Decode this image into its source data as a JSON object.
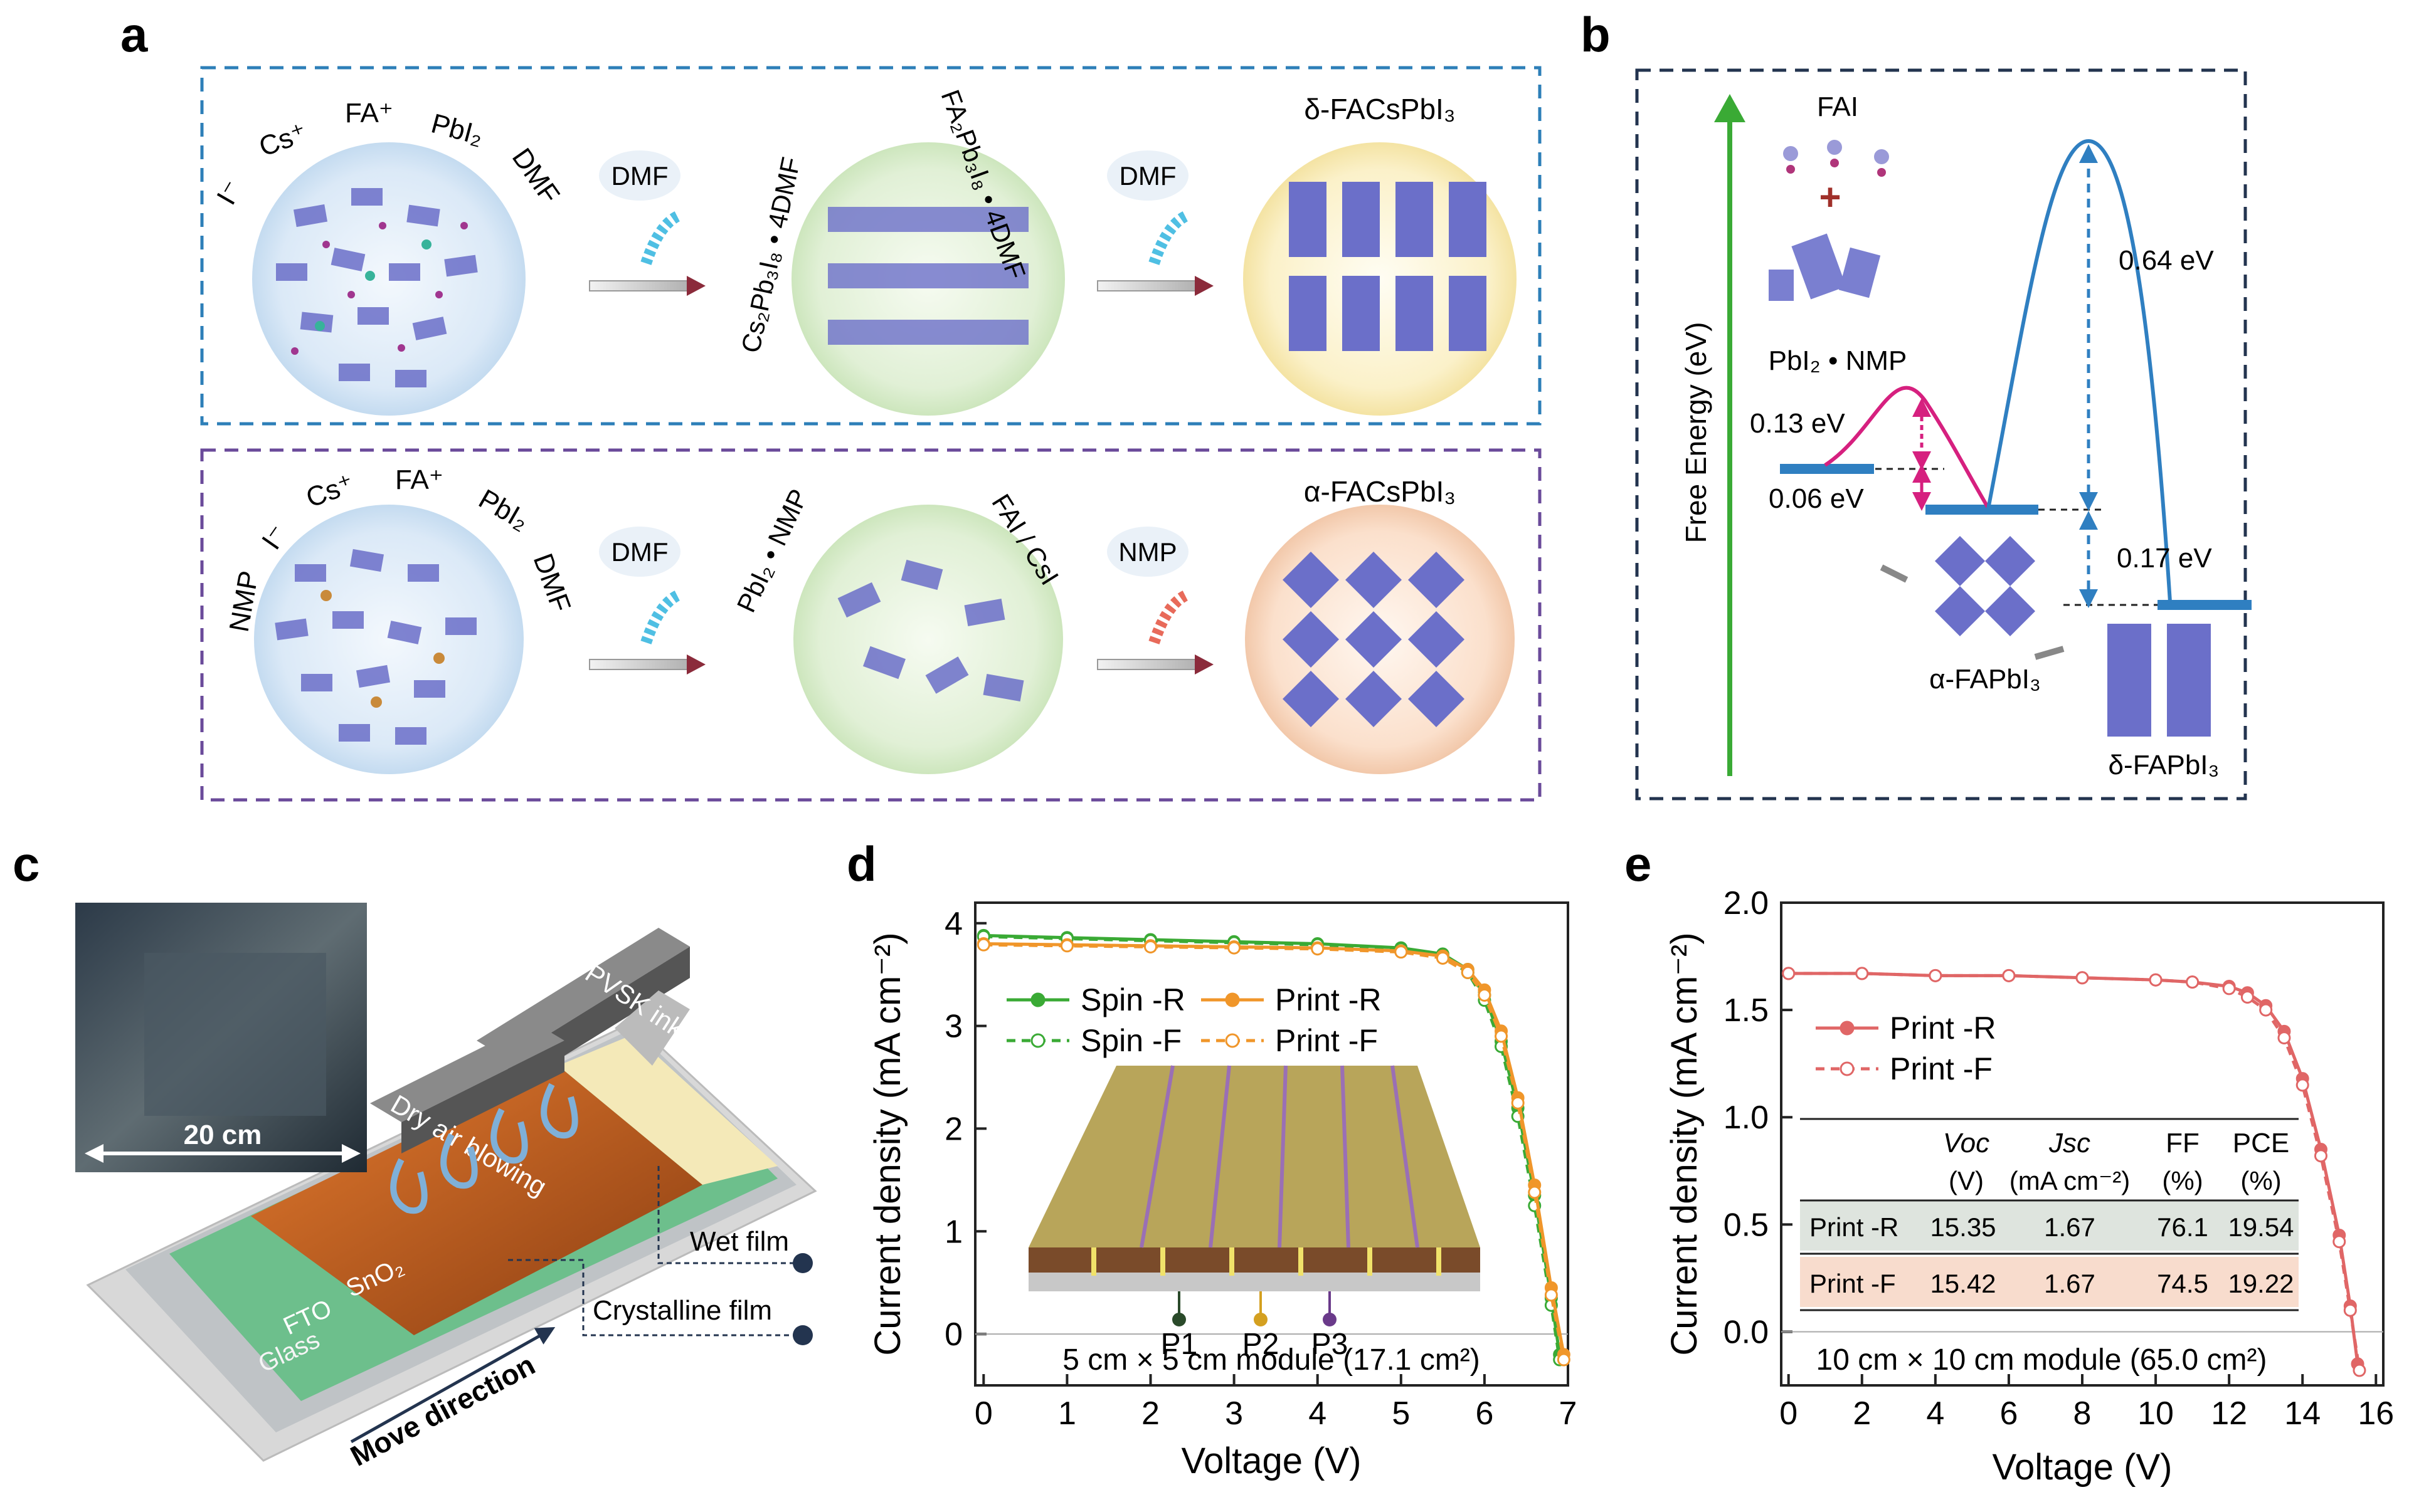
{
  "panels": {
    "a": {
      "label": "a",
      "top_row": {
        "sphere1_labels": [
          "I⁻",
          "Cs⁺",
          "FA⁺",
          "PbI₂",
          "DMF"
        ],
        "arrow1_label": "DMF",
        "sphere2_left_label": "Cs₂Pb₃I₈ • 4DMF",
        "sphere2_right_label": "FA₂Pb₃I₈ • 4DMF",
        "arrow2_label": "DMF",
        "product_label": "δ-FACsPbI₃"
      },
      "bottom_row": {
        "sphere1_labels": [
          "NMP",
          "I⁻",
          "Cs⁺",
          "FA⁺",
          "PbI₂",
          "DMF"
        ],
        "arrow1_label": "DMF",
        "sphere2_left_label": "PbI₂ • NMP",
        "sphere2_right_label": "FAI / CsI",
        "arrow2_label": "NMP",
        "product_label": "α-FACsPbI₃"
      }
    },
    "b": {
      "label": "b",
      "axis_label": "Free Energy (eV)",
      "reactant_top": "FAI",
      "reactant_bottom": "PbI₂ • NMP",
      "e1": "0.13 eV",
      "e2": "0.06 eV",
      "e3": "0.64 eV",
      "e4": "0.17 eV",
      "alpha_label": "α-FAPbI₃",
      "delta_label": "δ-FAPbI₃"
    },
    "c": {
      "label": "c",
      "scale_label": "20 cm",
      "printer_label": "PVSK ink printing",
      "blower_label": "Dry air blowing",
      "wet_film_label": "Wet film",
      "crystalline_label": "Crystalline film",
      "snO2_label": "SnO₂",
      "fto_label": "FTO",
      "glass_label": "Glass",
      "move_label": "Move direction"
    },
    "d": {
      "label": "d",
      "module_label": "5 cm × 5 cm module (17.1 cm²)",
      "scribe_labels": [
        "P1",
        "P2",
        "P3"
      ]
    },
    "e": {
      "label": "e",
      "module_label": "10 cm × 10 cm module (65.0 cm²)",
      "table": {
        "headers": [
          "Vₒc (V)",
          "Jₛc (mA cm⁻²)",
          "FF (%)",
          "PCE (%)"
        ],
        "header_top": [
          "Voc",
          "Jsc",
          "FF",
          "PCE"
        ],
        "header_bottom": [
          "(V)",
          "(mA cm⁻²)",
          "(%)",
          "(%)"
        ],
        "rows": [
          {
            "name": "Print -R",
            "voc": "15.35",
            "jsc": "1.67",
            "ff": "76.1",
            "pce": "19.54"
          },
          {
            "name": "Print -F",
            "voc": "15.42",
            "jsc": "1.67",
            "ff": "74.5",
            "pce": "19.22"
          }
        ]
      }
    }
  },
  "colors": {
    "spin": "#3aaa35",
    "print_orange": "#f0962a",
    "print_red": "#e06666",
    "dashed_blue": "#2d7fb8",
    "dashed_purple": "#6a4a9a",
    "dashed_navy": "#23344f",
    "magenta": "#d6207f",
    "blue_curve": "#2f7fc1"
  },
  "chart_data": [
    {
      "type": "line",
      "title": "",
      "xlabel": "Voltage (V)",
      "ylabel": "Current density (mA cm⁻²)",
      "xlim": [
        -0.1,
        7.0
      ],
      "ylim": [
        -0.5,
        4.2
      ],
      "xticks": [
        0,
        1,
        2,
        3,
        4,
        5,
        6,
        7
      ],
      "yticks": [
        0,
        1,
        2,
        3,
        4
      ],
      "legend_position": "top-left",
      "series": [
        {
          "name": "Spin -R",
          "style": "solid",
          "x": [
            0,
            1,
            2,
            3,
            4,
            5,
            5.5,
            5.8,
            6.0,
            6.2,
            6.4,
            6.6,
            6.8,
            6.9
          ],
          "y": [
            3.88,
            3.86,
            3.84,
            3.82,
            3.8,
            3.76,
            3.7,
            3.55,
            3.3,
            2.85,
            2.2,
            1.35,
            0.35,
            -0.2
          ]
        },
        {
          "name": "Spin -F",
          "style": "dashed",
          "x": [
            0,
            1,
            2,
            3,
            4,
            5,
            5.5,
            5.8,
            6.0,
            6.2,
            6.4,
            6.6,
            6.8,
            6.9
          ],
          "y": [
            3.87,
            3.85,
            3.83,
            3.81,
            3.79,
            3.75,
            3.68,
            3.52,
            3.25,
            2.8,
            2.12,
            1.25,
            0.28,
            -0.25
          ]
        },
        {
          "name": "Print -R",
          "style": "solid",
          "x": [
            0,
            1,
            2,
            3,
            4,
            5,
            5.5,
            5.8,
            6.0,
            6.2,
            6.4,
            6.6,
            6.8,
            6.95
          ],
          "y": [
            3.8,
            3.79,
            3.78,
            3.77,
            3.76,
            3.73,
            3.68,
            3.55,
            3.35,
            2.95,
            2.3,
            1.45,
            0.45,
            -0.2
          ]
        },
        {
          "name": "Print -F",
          "style": "dashed",
          "x": [
            0,
            1,
            2,
            3,
            4,
            5,
            5.5,
            5.8,
            6.0,
            6.2,
            6.4,
            6.6,
            6.8,
            6.95
          ],
          "y": [
            3.79,
            3.78,
            3.77,
            3.76,
            3.75,
            3.72,
            3.66,
            3.52,
            3.3,
            2.9,
            2.25,
            1.38,
            0.38,
            -0.25
          ]
        }
      ]
    },
    {
      "type": "line",
      "title": "",
      "xlabel": "Voltage (V)",
      "ylabel": "Current density (mA cm⁻²)",
      "xlim": [
        -0.2,
        16.2
      ],
      "ylim": [
        -0.25,
        2.0
      ],
      "xticks": [
        0,
        2,
        4,
        6,
        8,
        10,
        12,
        14,
        16
      ],
      "yticks": [
        0.0,
        0.5,
        1.0,
        1.5,
        2.0
      ],
      "legend_position": "top-left",
      "series": [
        {
          "name": "Print -R",
          "style": "solid",
          "x": [
            0,
            2,
            4,
            6,
            8,
            10,
            11,
            12,
            12.5,
            13,
            13.5,
            14,
            14.5,
            15,
            15.3,
            15.5
          ],
          "y": [
            1.67,
            1.67,
            1.66,
            1.66,
            1.65,
            1.64,
            1.63,
            1.61,
            1.58,
            1.52,
            1.4,
            1.18,
            0.85,
            0.45,
            0.12,
            -0.15
          ]
        },
        {
          "name": "Print -F",
          "style": "dashed",
          "x": [
            0,
            2,
            4,
            6,
            8,
            10,
            11,
            12,
            12.5,
            13,
            13.5,
            14,
            14.5,
            15,
            15.3,
            15.55
          ],
          "y": [
            1.67,
            1.67,
            1.66,
            1.66,
            1.65,
            1.64,
            1.63,
            1.6,
            1.56,
            1.5,
            1.37,
            1.15,
            0.82,
            0.42,
            0.1,
            -0.18
          ]
        }
      ]
    }
  ]
}
